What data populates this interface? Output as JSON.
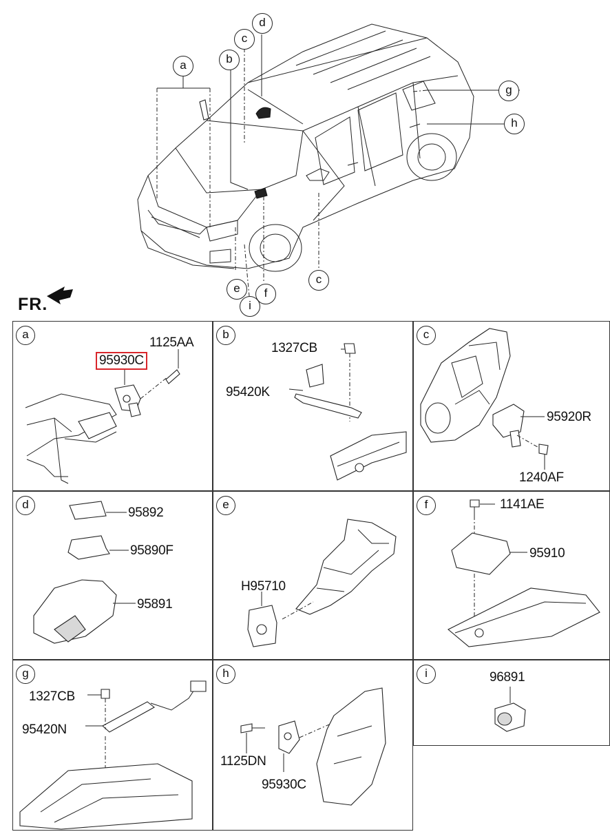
{
  "overview": {
    "front_label": "FR.",
    "callouts": {
      "a": "a",
      "b": "b",
      "c_top": "c",
      "d": "d",
      "g": "g",
      "h": "h",
      "c_bottom": "c",
      "e": "e",
      "f": "f",
      "i": "i"
    }
  },
  "panels": {
    "a": {
      "letter": "a",
      "parts": [
        "95930C",
        "1125AA"
      ],
      "highlighted": "95930C"
    },
    "b": {
      "letter": "b",
      "parts": [
        "1327CB",
        "95420K"
      ]
    },
    "c": {
      "letter": "c",
      "parts": [
        "95920R",
        "1240AF"
      ]
    },
    "d": {
      "letter": "d",
      "parts": [
        "95892",
        "95890F",
        "95891"
      ]
    },
    "e": {
      "letter": "e",
      "parts": [
        "H95710"
      ]
    },
    "f": {
      "letter": "f",
      "parts": [
        "1141AE",
        "95910"
      ]
    },
    "g": {
      "letter": "g",
      "parts": [
        "1327CB",
        "95420N"
      ]
    },
    "h": {
      "letter": "h",
      "parts": [
        "1125DN",
        "95930C"
      ]
    },
    "i": {
      "letter": "i",
      "parts": [
        "96891"
      ]
    }
  },
  "colors": {
    "highlight": "#d9262b",
    "line": "#222222"
  }
}
